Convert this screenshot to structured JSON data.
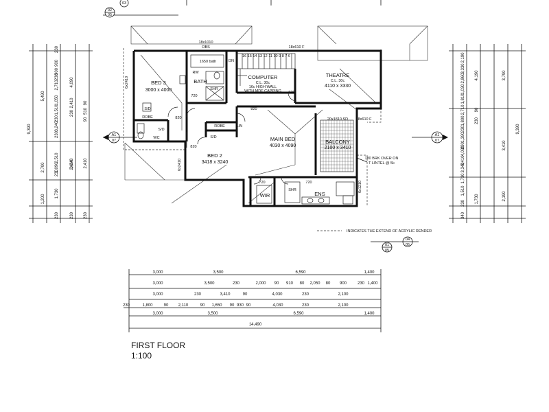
{
  "rooms": {
    "bed3": {
      "name": "BED 3",
      "size": "3000 x 4000"
    },
    "bath": {
      "name": "BATH"
    },
    "computer": {
      "name": "COMPUTER",
      "ceiling": "C.L. 30c",
      "note1": "16c HIGH WALL",
      "note2": "WITH MDF CAPPING"
    },
    "theatre": {
      "name": "THEATRE",
      "ceiling": "C.L. 30c",
      "size": "4110 x 3330"
    },
    "main_bed": {
      "name": "MAIN BED",
      "size": "4030 x 4090"
    },
    "balcony": {
      "name": "BALCONY",
      "size": "2100 x 3410"
    },
    "bed2": {
      "name": "BED 2",
      "size": "3418 x 3240"
    },
    "wir": {
      "name": "WIR"
    },
    "ens": {
      "name": "ENS"
    },
    "robe": {
      "name": "ROBE"
    },
    "robe2": {
      "name": "ROBE"
    },
    "lin": {
      "name": "LIN"
    }
  },
  "small_labels": {
    "bath_fixture": "1650 bath",
    "shr": "SHR",
    "shr2": "SHR",
    "rw": "RW",
    "wc": "WC",
    "sd1": "S/D",
    "sd2": "S/D",
    "sd3": "S/D",
    "dn": "DN",
    "door_820a": "820",
    "door_820b": "820",
    "door_820c": "820",
    "door_820d": "820",
    "door_720a": "720",
    "door_720b": "720",
    "door_720c": "720",
    "window_top1": "18x1010",
    "window_top1b": "OBS",
    "window_top2": "18x610 F",
    "window_right": "18x610 F",
    "window_balcony": "20x1810 SD",
    "window_bed3": "6x2410",
    "window_bed2": "6x2410",
    "window_ens": "6x1210",
    "stair_numbers": "16 15 14 13 12 11 10  9  8  7  6",
    "brick_note1": "180 BRK OVER ON",
    "brick_note2": "T LINTEL @ 5k",
    "legend_text": "INDICATES THE EXTEND OF ACRYLIC RENDER"
  },
  "section_refs": {
    "top": {
      "a": "02",
      "b": "05",
      "c": "03"
    },
    "left": {
      "a": "A1",
      "b": "07"
    },
    "right": {
      "a": "A1",
      "b": "07"
    },
    "bottom": {
      "a": "01",
      "b": "05",
      "c": "04",
      "d": "05"
    }
  },
  "dimensions": {
    "bottom_row1": [
      "3,000",
      "3,500",
      "6,590",
      "1,400"
    ],
    "bottom_row2": [
      "3,000",
      "3,500",
      "230",
      "2,000",
      "90",
      "910",
      "80",
      "2,050",
      "80",
      "900",
      "230",
      "1,400"
    ],
    "bottom_row3": [
      "3,000",
      "230",
      "3,410",
      "90",
      "4,030",
      "230",
      "2,100"
    ],
    "bottom_row4": [
      "230",
      "1,800",
      "90",
      "2,110",
      "90",
      "1,650",
      "90",
      "930",
      "90",
      "4,030",
      "230",
      "2,100"
    ],
    "bottom_main": [
      "3,000",
      "3,500",
      "6,590",
      "1,400"
    ],
    "bottom_total": "14,490",
    "left_major": [
      "5,490",
      "2,700",
      "1,200"
    ],
    "left_total": "9,390",
    "left_col2": [
      "230",
      "900",
      "900",
      "230",
      "2,710",
      "1,050",
      "1,510",
      "230",
      "3,240",
      "230",
      "2,510",
      "1,090",
      "230",
      "1,730",
      "230"
    ],
    "left_col3": [
      "4,090",
      "2,410",
      "230",
      "2,410",
      "3,240",
      "230"
    ],
    "left_col4": [
      "90",
      "510",
      "90",
      "2,410",
      "230"
    ],
    "right_major": [
      "3,790",
      "3,410",
      "2,190"
    ],
    "right_total": "9,390",
    "right_col1": [
      "2,190",
      "3,330",
      "2,860",
      "1,030",
      "1,810",
      "2,710",
      "1,800",
      "230",
      "1,390",
      "290",
      "4,090",
      "3,410",
      "3,340",
      "1,730",
      "1,510",
      "230",
      "340"
    ],
    "right_col2": [
      "4,190",
      "90",
      "230",
      "1,730"
    ]
  },
  "title": {
    "heading": "FIRST FLOOR",
    "scale": "1:100"
  }
}
